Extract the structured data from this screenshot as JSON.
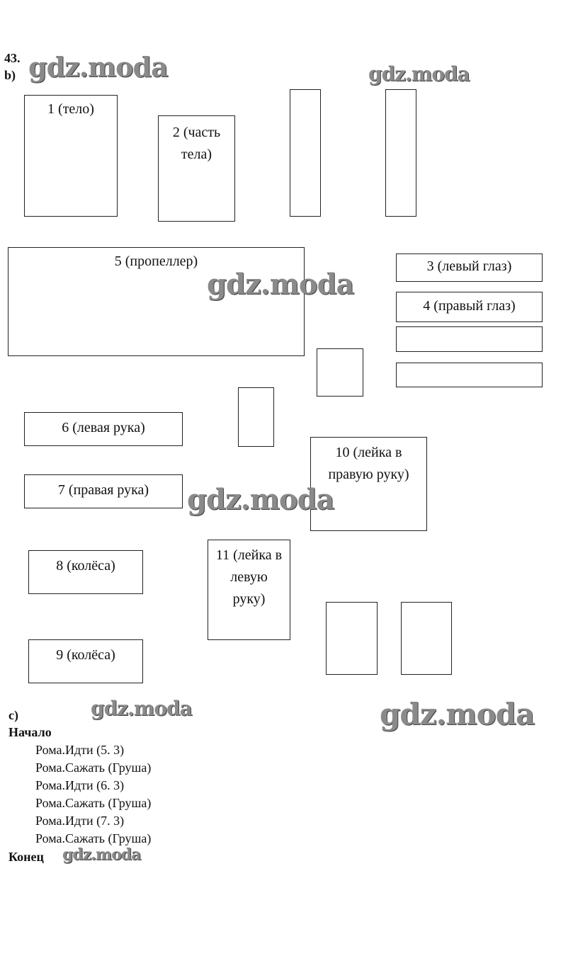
{
  "task_number": "43.",
  "part_b": "b)",
  "part_c": "c)",
  "watermark": "gdz.moda",
  "boxes": {
    "b1": "1 (тело)",
    "b2": "2 (часть тела)",
    "b3": "3 (левый глаз)",
    "b4": "4 (правый глаз)",
    "b5": "5 (пропеллер)",
    "b6": "6 (левая рука)",
    "b7": "7 (правая рука)",
    "b8": "8 (колёса)",
    "b9": "9 (колёса)",
    "b10": "10 (лейка в правую руку)",
    "b11": "11 (лейка в левую руку)"
  },
  "program": {
    "begin": "Начало",
    "lines": [
      "Рома.Идти (5. 3)",
      "Рома.Сажать (Груша)",
      "Рома.Идти (6. 3)",
      "Рома.Сажать (Груша)",
      "Рома.Идти (7. 3)",
      "Рома.Сажать (Груша)"
    ],
    "end": "Конец"
  }
}
